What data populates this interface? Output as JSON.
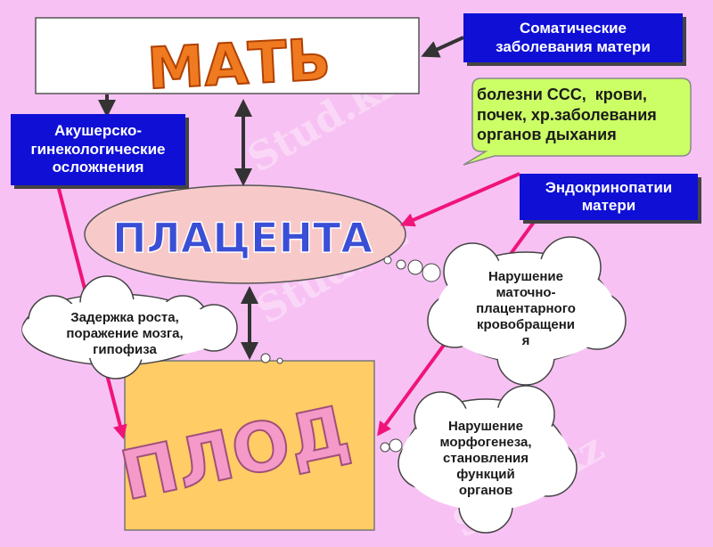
{
  "mother": {
    "title": "МАТЬ"
  },
  "placenta": {
    "title": "ПЛАЦЕНТА"
  },
  "fetus": {
    "title": "ПЛОД"
  },
  "somatic_box": {
    "line1": "Соматические",
    "line2": "заболевания матери"
  },
  "somatic_examples": {
    "line1": "болезни ССС,  крови,",
    "line2": "почек, хр.заболевания",
    "line3": "органов дыхания"
  },
  "obstetric_box": {
    "line1": "Акушерско-",
    "line2": "гинекологические",
    "line3": "осложнения"
  },
  "endocrine_box": {
    "line1": "Эндокринопатии",
    "line2": "матери"
  },
  "cloud_growth": {
    "line1": "Задержка роста,",
    "line2": "поражение мозга,",
    "line3": "гипофиза"
  },
  "cloud_circulation": {
    "line1": "Нарушение",
    "line2": "маточно-",
    "line3": "плацентарного",
    "line4": "кровобращени",
    "line5": "я"
  },
  "cloud_morphogenesis": {
    "line1": "Нарушение",
    "line2": "морфогенеза,",
    "line3": "становления",
    "line4": "функций",
    "line5": "органов"
  },
  "watermark": {
    "text": "Stud.kz"
  },
  "colors": {
    "background": "#f7c2f3",
    "blue_box": "#0f0fd6",
    "green_box": "#ccff66",
    "arrow_pink": "#f0147a",
    "placenta_fill": "#f8c9c9",
    "fetus_fill": "#ffcc66",
    "mother_word": "#f07a20",
    "placenta_word": "#3a4fd6",
    "fetus_word": "#f59ac8"
  }
}
